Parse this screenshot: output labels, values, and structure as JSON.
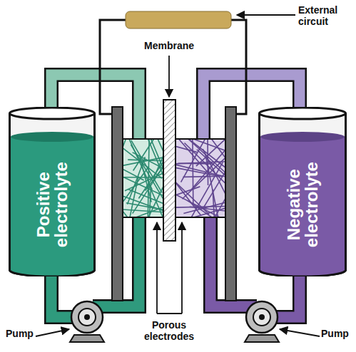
{
  "diagram": {
    "nodes": [
      {
        "text": [
          "Positive electrolyte"
        ]
      },
      {
        "text": [
          "Negative electrolyte"
        ]
      }
    ],
    "labels": [
      "External circuit",
      "Membrane",
      "Porous electrodes",
      "Pump",
      "Pump"
    ]
  }
}
